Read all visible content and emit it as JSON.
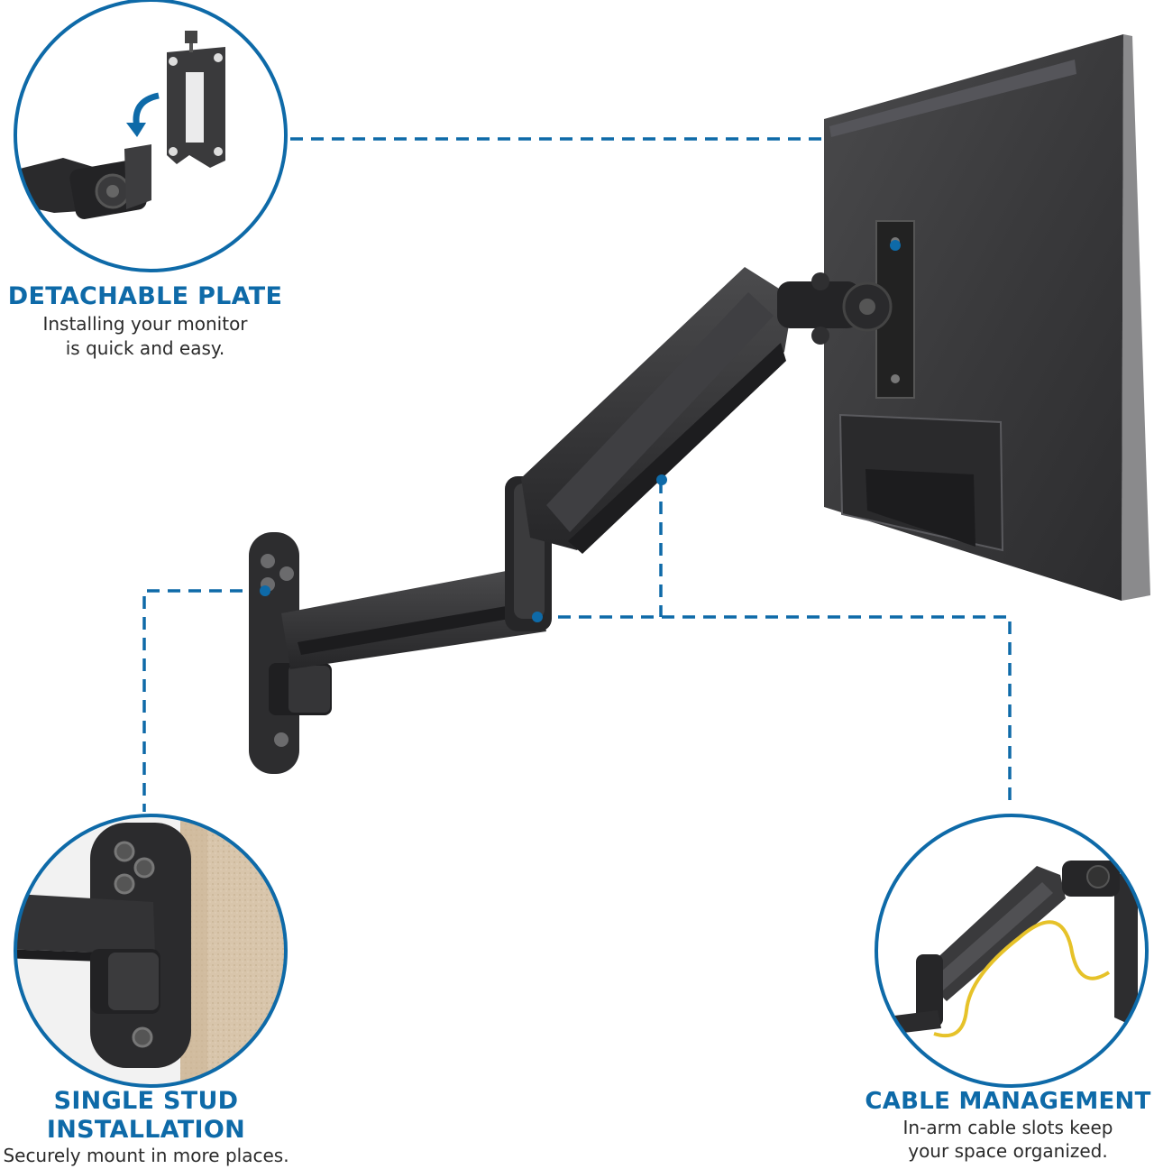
{
  "accent_color": "#0e6aa8",
  "features": {
    "detachable_plate": {
      "title": "DETACHABLE PLATE",
      "desc_line1": "Installing your monitor",
      "desc_line2": "is quick and easy.",
      "icon": "curved-arrow-icon"
    },
    "single_stud": {
      "title_line1": "SINGLE STUD",
      "title_line2": "INSTALLATION",
      "desc_line1": "Securely mount in more places."
    },
    "cable_management": {
      "title": "CABLE MANAGEMENT",
      "desc_line1": "In-arm cable slots keep",
      "desc_line2": "your space organized."
    }
  }
}
